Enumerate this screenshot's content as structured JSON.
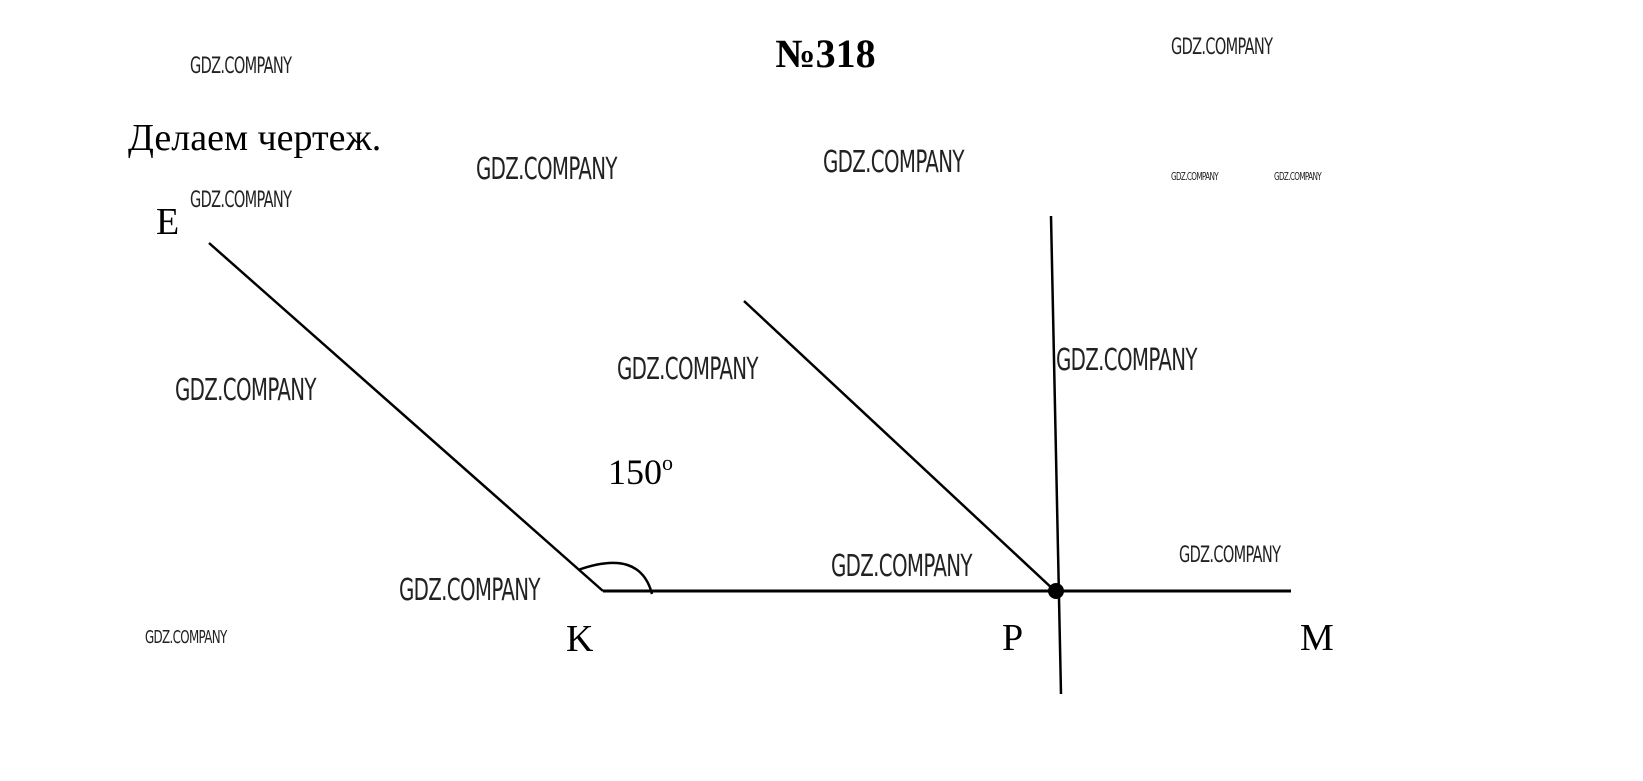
{
  "header": {
    "number": "№318",
    "subtitle": "Делаем чертеж."
  },
  "points": {
    "E": "E",
    "K": "K",
    "P": "P",
    "M": "M"
  },
  "angle": {
    "value": "150",
    "degree_mark": "o"
  },
  "watermarks": [
    "GDZ.COMPANY",
    "GDZ.COMPANY",
    "GDZ.COMPANY",
    "GDZ.COMPANY",
    "GDZ.COMPANY",
    "GDZ.COMPANY",
    "GDZ.COMPANY",
    "GDZ.COMPANY",
    "GDZ.COMPANY",
    "GDZ.COMPANY",
    "GDZ.COMPANY",
    "GDZ.COMPANY",
    "GDZ.COMPANY",
    "GDZ.COMPANY"
  ],
  "colors": {
    "ink": "#000000",
    "background": "#ffffff"
  }
}
